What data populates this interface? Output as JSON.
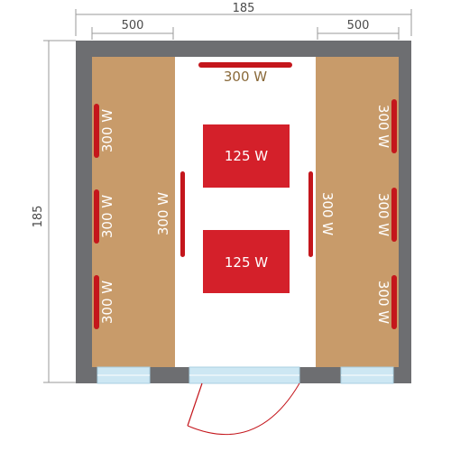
{
  "colors": {
    "wall": "#6d6e71",
    "bench": "#c89b6a",
    "floor": "#ffffff",
    "heater": "#c4161c",
    "panel": "#d4202a",
    "glass": "#cde7f3",
    "dim_line": "#9a9a9a"
  },
  "dimensions": {
    "width_top": "185",
    "height_left": "185",
    "bench_left": "500",
    "bench_right": "500"
  },
  "heaters": {
    "ceiling": "300 W",
    "left_wall_top": "300 W",
    "left_wall_mid": "300 W",
    "left_wall_bottom": "300 W",
    "right_wall_top": "300 W",
    "right_wall_mid": "300 W",
    "right_wall_bottom": "300 W",
    "left_bench_front": "300 W",
    "right_bench_front": "300 W",
    "floor_panel_top": "125 W",
    "floor_panel_bottom": "125 W"
  }
}
